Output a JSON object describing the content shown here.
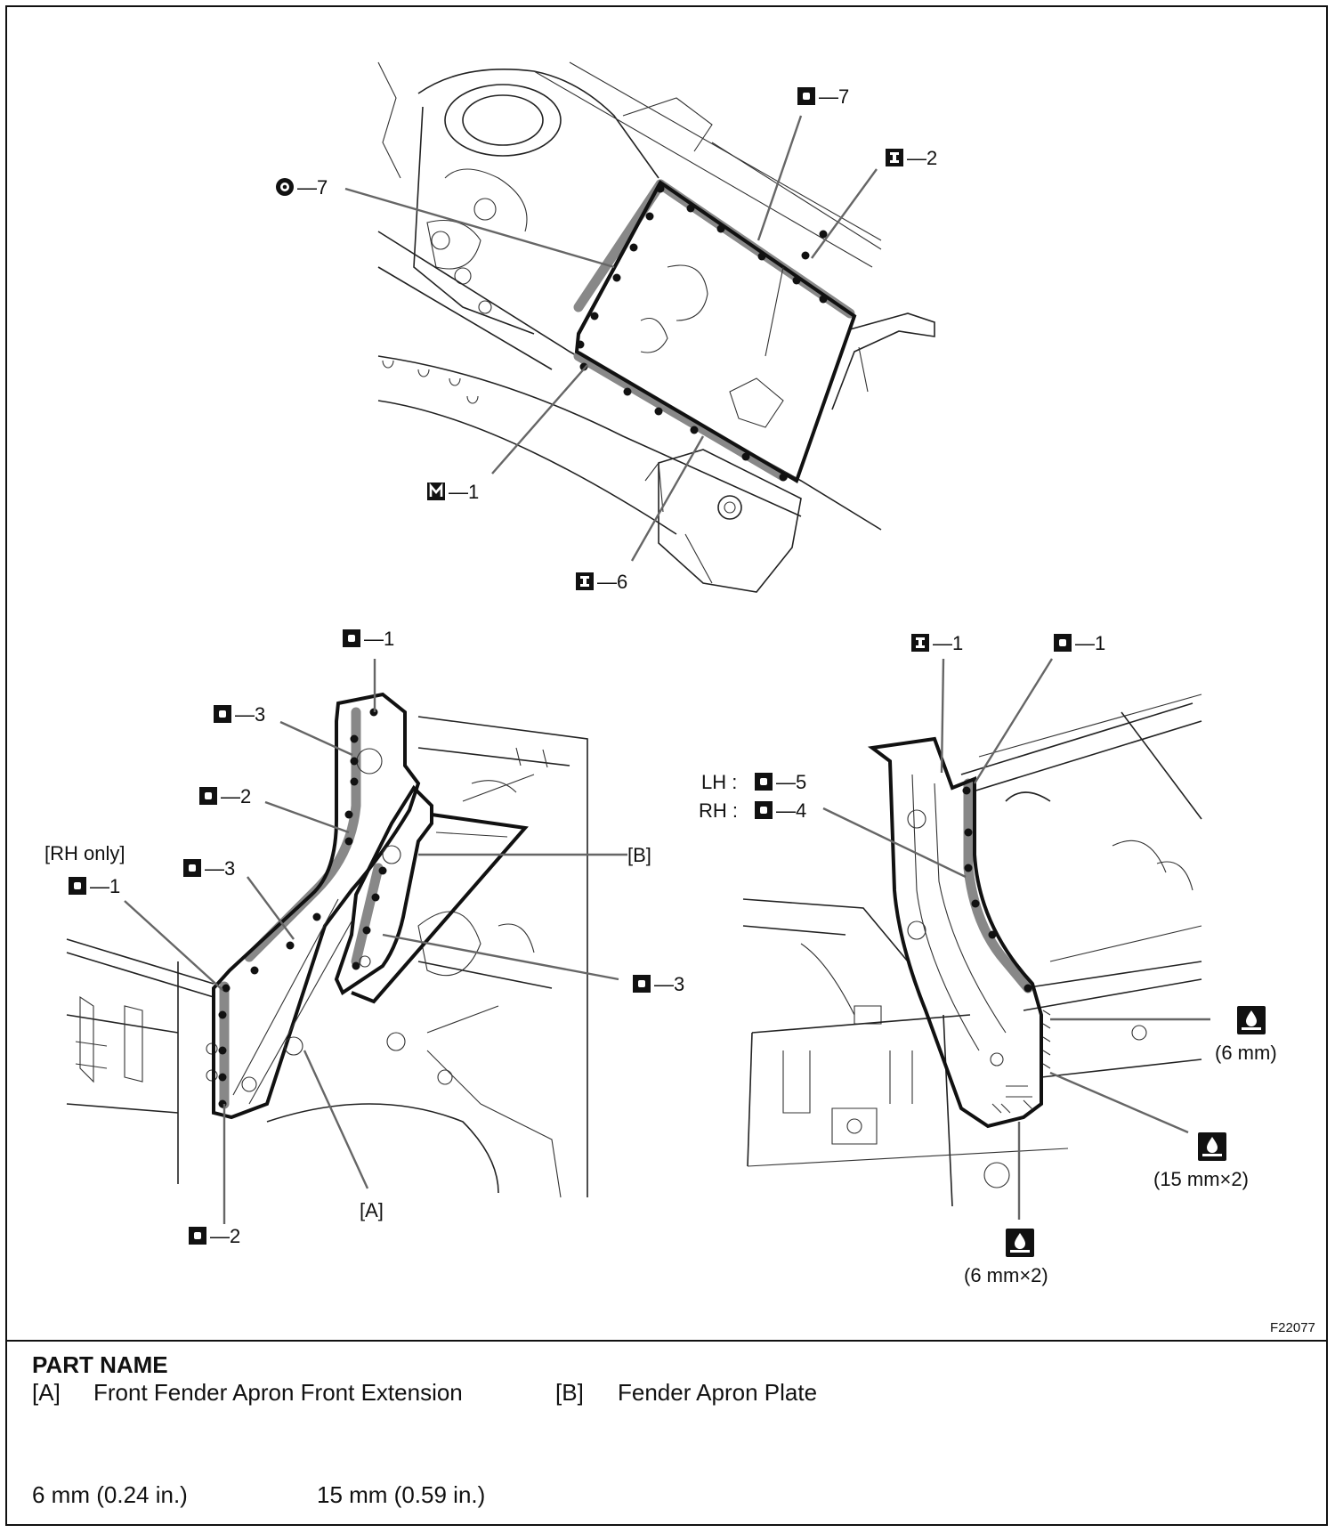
{
  "figure_code": "F22077",
  "legend": {
    "title": "PART NAME",
    "items": [
      {
        "key": "[A]",
        "name": "Front Fender Apron Front Extension"
      },
      {
        "key": "[B]",
        "name": "Fender Apron Plate"
      }
    ]
  },
  "sizes": [
    "6 mm (0.24 in.)",
    "15 mm (0.59 in.)"
  ],
  "top_view": {
    "labels": {
      "o7_right": "—7",
      "i2": "—2",
      "o7_left": "—7",
      "m1": "—1",
      "i6": "—6"
    },
    "icons": {
      "o7_right": "O",
      "i2": "I",
      "o7_left": "ring",
      "m1": "M",
      "i6": "I"
    }
  },
  "bottom_left_view": {
    "labels": {
      "o1_top": "—1",
      "o3_top": "—3",
      "o2_mid": "—2",
      "rh_only": "[RH only]",
      "o1_left": "—1",
      "o3_left": "—3",
      "b": "[B]",
      "o3_right": "—3",
      "a": "[A]",
      "o2_bottom": "—2"
    }
  },
  "bottom_right_view": {
    "labels": {
      "i1": "—1",
      "o1": "—1",
      "lh_prefix": "LH :",
      "lh_num": "—5",
      "rh_prefix": "RH :",
      "rh_num": "—4",
      "sealer1": "(6 mm)",
      "sealer2": "(15 mm×2)",
      "sealer3": "(6 mm×2)"
    }
  }
}
